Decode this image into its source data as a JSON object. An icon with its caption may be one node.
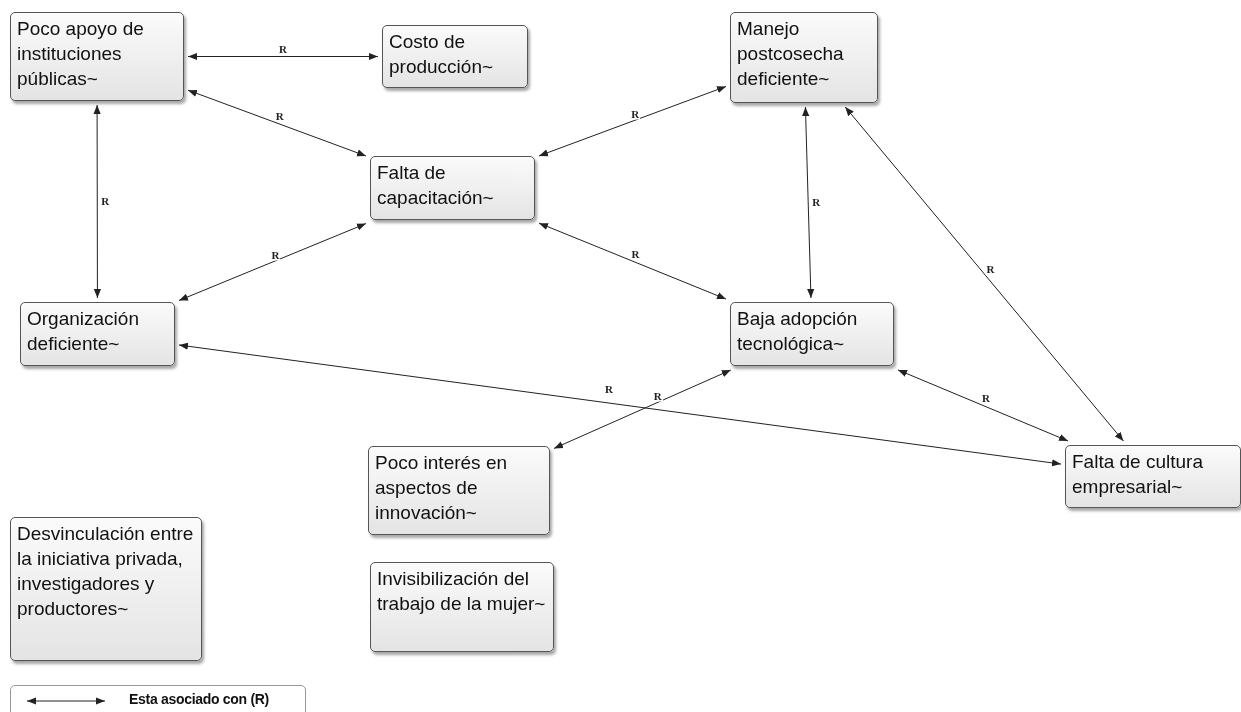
{
  "diagram": {
    "nodes": [
      {
        "text": [
          "Poco apoyo de instituciones públicas~"
        ]
      },
      {
        "text": [
          "Costo de producción~"
        ]
      },
      {
        "text": [
          "Manejo postcosecha deficiente~"
        ]
      },
      {
        "text": [
          "Falta de capacitación~"
        ]
      },
      {
        "text": [
          "Organización deficiente~"
        ]
      },
      {
        "text": [
          "Baja adopción tecnológica~"
        ]
      },
      {
        "text": [
          "Poco interés en aspectos de innovación~"
        ]
      },
      {
        "text": [
          "Falta de cultura empresarial~"
        ]
      },
      {
        "text": [
          "Desvinculación entre la iniciativa privada, investigadores y productores~"
        ]
      },
      {
        "text": [
          "Invisibilización del trabajo de la mujer~"
        ]
      }
    ],
    "edges": [
      {
        "from": 0,
        "to": 1,
        "arrow": "both",
        "label": "R"
      },
      {
        "from": 0,
        "to": 3,
        "arrow": "both",
        "label": "R"
      },
      {
        "from": 0,
        "to": 4,
        "arrow": "both",
        "label": "R"
      },
      {
        "from": 2,
        "to": 3,
        "arrow": "both",
        "label": "R"
      },
      {
        "from": 3,
        "to": 4,
        "arrow": "both",
        "label": "R"
      },
      {
        "from": 3,
        "to": 5,
        "arrow": "both",
        "label": "R"
      },
      {
        "from": 2,
        "to": 5,
        "arrow": "both",
        "label": "R"
      },
      {
        "from": 2,
        "to": 7,
        "arrow": "both",
        "label": "R"
      },
      {
        "from": 4,
        "to": 7,
        "arrow": "both",
        "label": "R"
      },
      {
        "from": 5,
        "to": 6,
        "arrow": "both",
        "label": "R"
      },
      {
        "from": 5,
        "to": 7,
        "arrow": "both",
        "label": "R"
      }
    ],
    "legend": [
      {
        "text": "Esta asociado con (R)"
      }
    ]
  }
}
